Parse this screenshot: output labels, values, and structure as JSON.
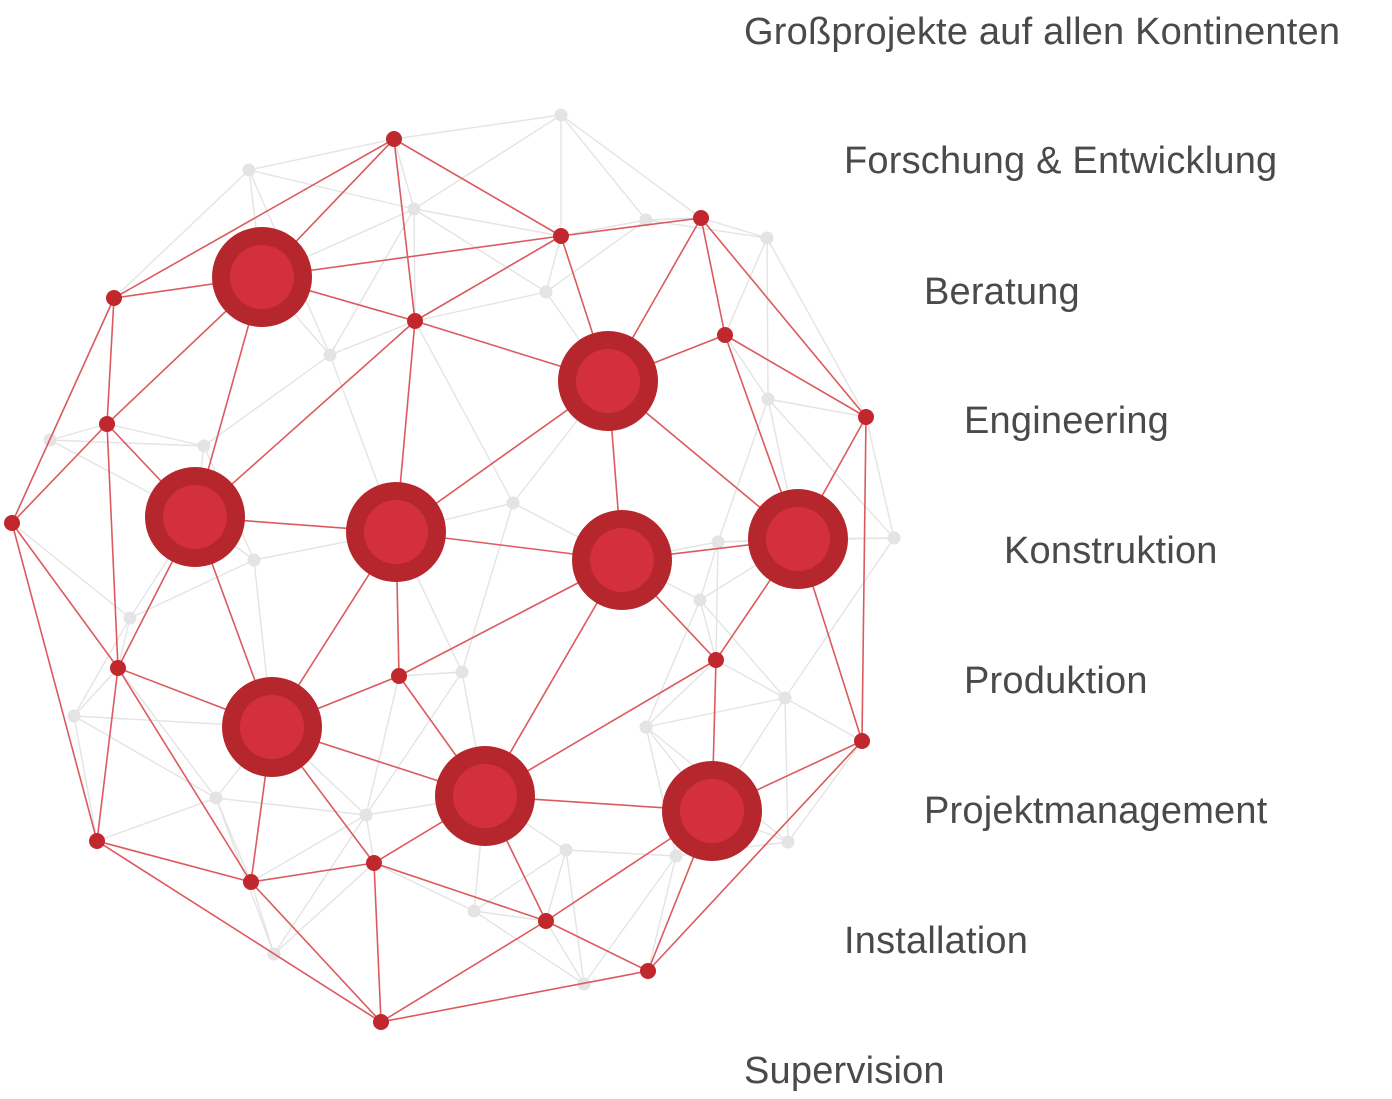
{
  "colors": {
    "background": "#ffffff",
    "accent": "#c0282e",
    "hub_fill": "#d42f3d",
    "hub_ring": "#b5272c",
    "background_mesh": "#e4e4e4",
    "label_text": "#4a4a4a"
  },
  "services": [
    {
      "id": "grossprojekte",
      "label": "Großprojekte auf allen Kontinenten"
    },
    {
      "id": "forschung",
      "label": "Forschung & Entwicklung"
    },
    {
      "id": "beratung",
      "label": "Beratung"
    },
    {
      "id": "engineering",
      "label": "Engineering"
    },
    {
      "id": "konstruktion",
      "label": "Konstruktion"
    },
    {
      "id": "produktion",
      "label": "Produktion"
    },
    {
      "id": "projektmanagement",
      "label": "Projektmanagement"
    },
    {
      "id": "installation",
      "label": "Installation"
    },
    {
      "id": "supervision",
      "label": "Supervision"
    }
  ]
}
